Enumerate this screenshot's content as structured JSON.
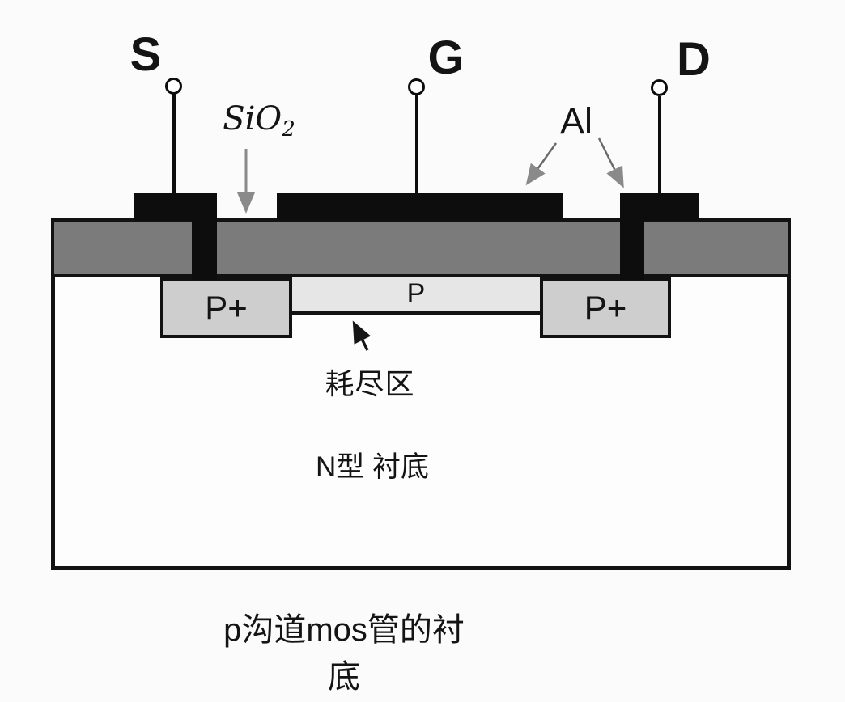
{
  "diagram": {
    "type": "p-channel MOSFET cross-section",
    "terminals": [
      {
        "id": "source",
        "label": "S"
      },
      {
        "id": "gate",
        "label": "G"
      },
      {
        "id": "drain",
        "label": "D"
      }
    ],
    "annotations": {
      "oxide_base": "SiO",
      "oxide_sub": "2",
      "metal": "Al",
      "depletion": "耗尽区"
    },
    "regions": {
      "p_plus_left": "P+",
      "channel": "P",
      "p_plus_right": "P+",
      "substrate": "N型 衬底"
    },
    "caption": "p沟道mos管的衬底",
    "colors": {
      "metal_black": "#0d0d0d",
      "oxide_gray": "#7b7b7b",
      "p_plus_gray": "#cecece",
      "channel_gray": "#e6e6e6",
      "arrow_gray": "#8a8a8a",
      "outline_black": "#121212",
      "background": "#fbfbfb"
    }
  }
}
